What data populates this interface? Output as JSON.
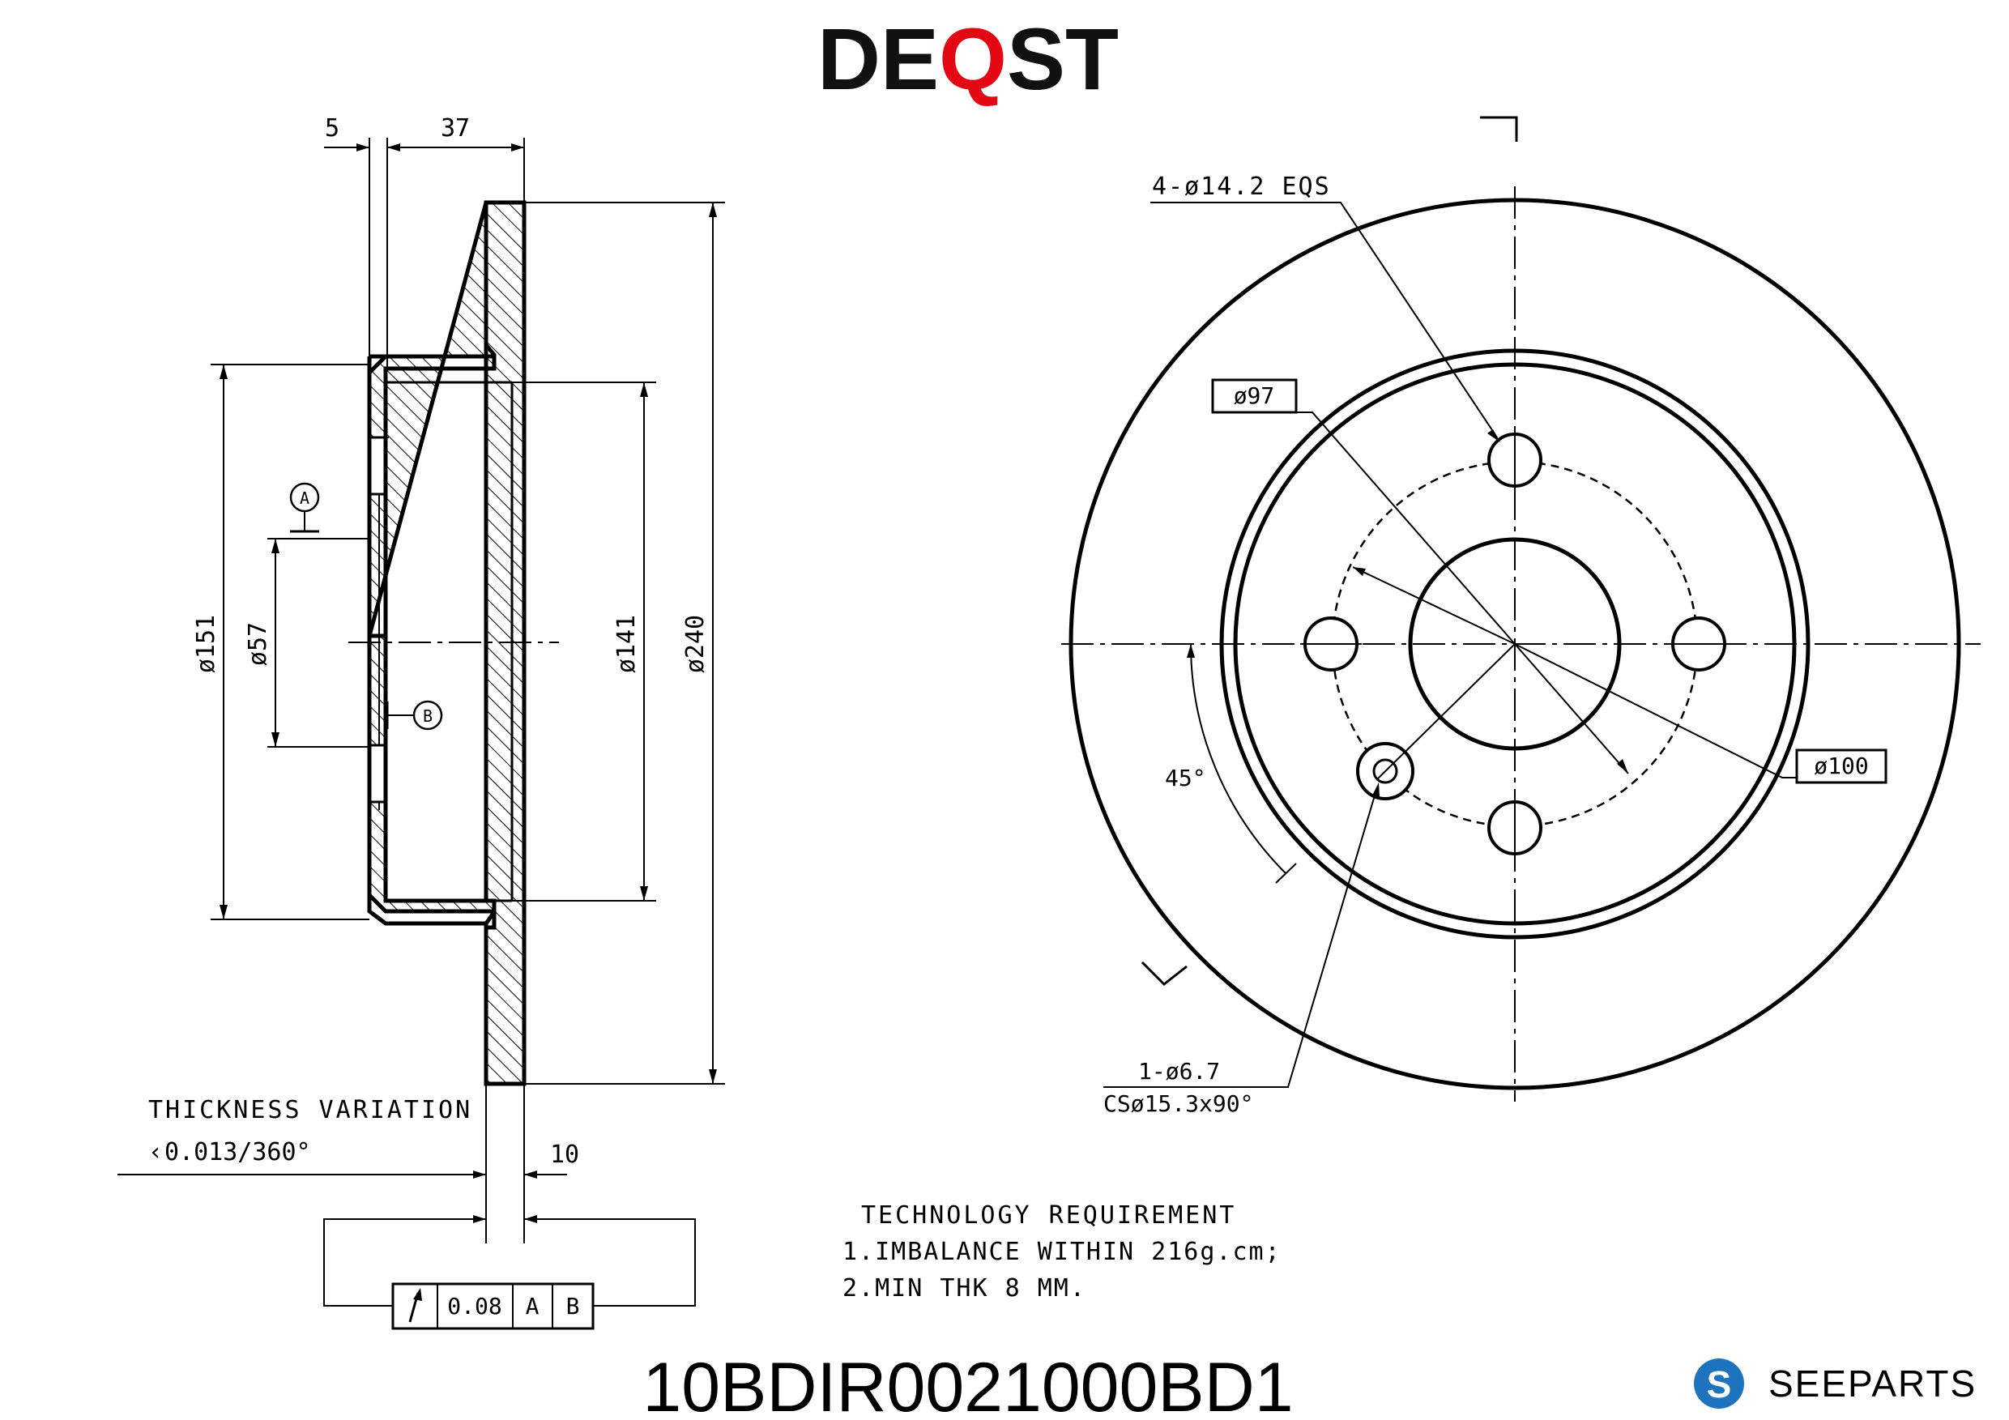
{
  "brand": {
    "name_part1": "DE",
    "name_q": "Q",
    "name_part2": "ST",
    "accent_color": "#e30613"
  },
  "side_view": {
    "dims": {
      "hat_step": "5",
      "offset": "37",
      "d_outer": "ø240",
      "d_hat": "ø151",
      "d_inner": "ø141",
      "d_center": "ø57",
      "thickness": "10"
    },
    "datum_a": "A",
    "datum_b": "B"
  },
  "face_view": {
    "bolt_holes_note": "4-ø14.2 EQS",
    "d_97": "ø97",
    "d_100": "ø100",
    "angle": "45°",
    "locating_hole_line1": "1-ø6.7",
    "locating_hole_line2": "CSø15.3x90°"
  },
  "thickness_variation": {
    "title": "THICKNESS VARIATION",
    "value": "0.013/360°"
  },
  "runout_frame": {
    "symbol": "runout-arrow",
    "tolerance": "0.08",
    "datum1": "A",
    "datum2": "B"
  },
  "tech_req": {
    "title": "TECHNOLOGY REQUIREMENT",
    "line1": "1.IMBALANCE WITHIN 216g.cm;",
    "line2": "2.MIN THK 8 MM."
  },
  "part_number": "10BDIR0021000BD1",
  "seeparts": {
    "name": "SEEPARTS",
    "logo_letter": "S",
    "logo_color": "#1e73be"
  }
}
